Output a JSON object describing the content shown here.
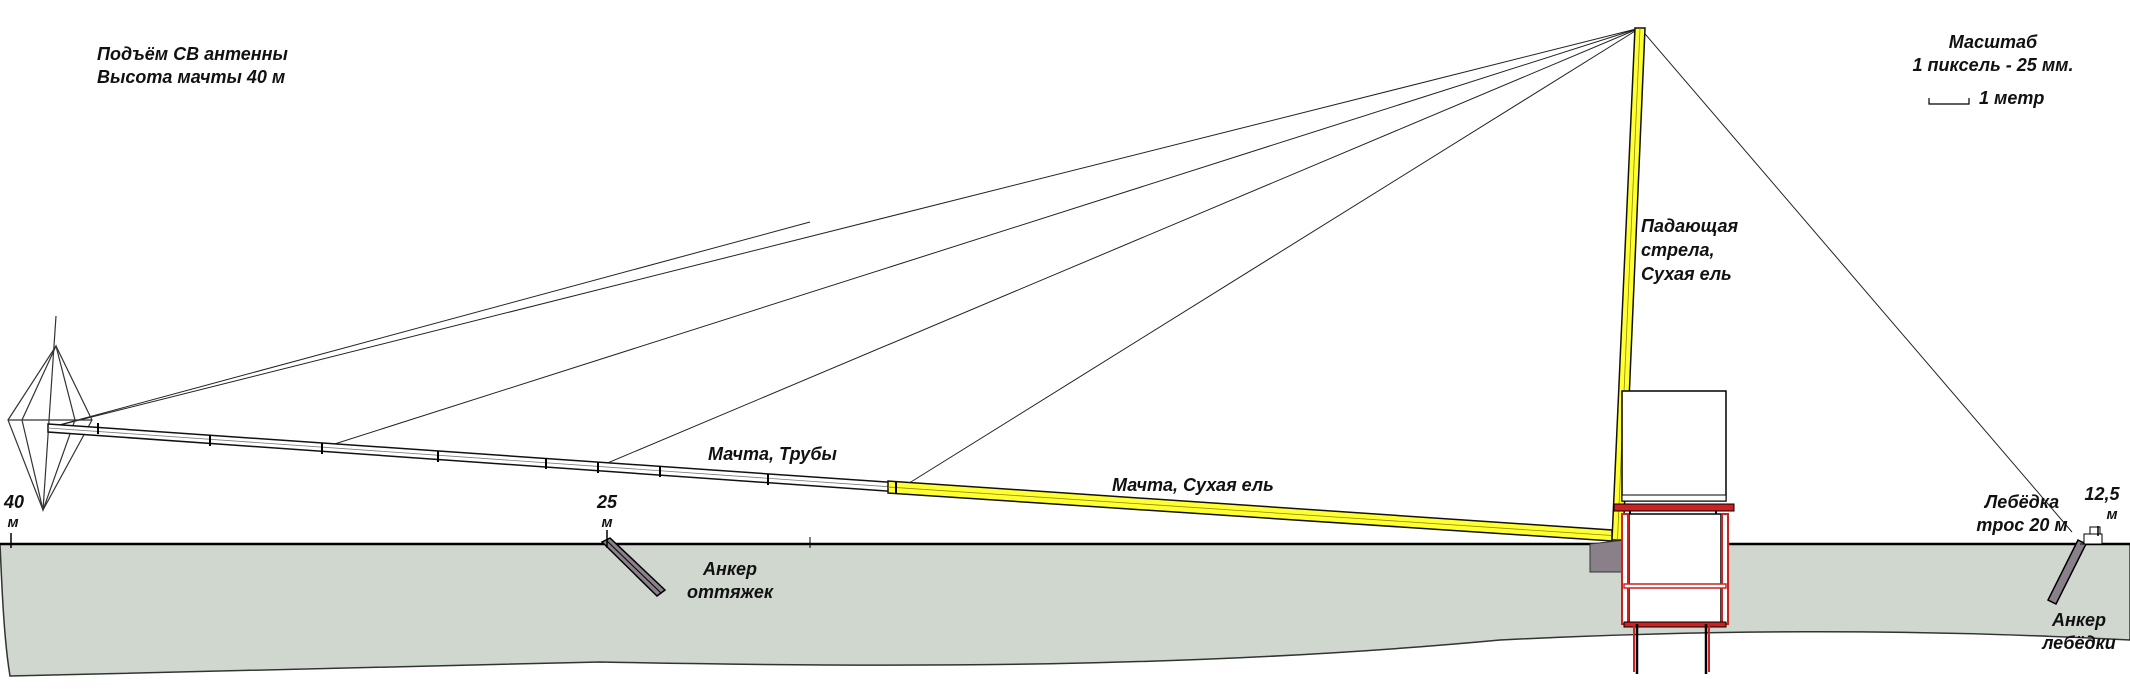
{
  "title": {
    "line1": "Подъём СВ антенны",
    "line2": "Высота мачты 40 м"
  },
  "scale": {
    "line1": "Масштаб",
    "line2": "1 пиксель - 25 мм.",
    "bar_label": "1 метр"
  },
  "labels": {
    "mast_pipes": "Мачта, Трубы",
    "mast_fir": "Мачта, Сухая ель",
    "boom_line1": "Падающая",
    "boom_line2": "стрела,",
    "boom_line3": "Сухая ель",
    "anchor_guys_line1": "Анкер",
    "anchor_guys_line2": "оттяжек",
    "winch_line1": "Лебёдка",
    "winch_line2": "трос 20 м",
    "anchor_winch_line1": "Анкер",
    "anchor_winch_line2": "лебёдки"
  },
  "markers": {
    "m40_value": "40",
    "m40_unit": "м",
    "m25_value": "25",
    "m25_unit": "м",
    "m12_value": "12,5",
    "m12_unit": "м"
  },
  "colors": {
    "ground": "#cfd7cf",
    "mast_fir": "#ffff33",
    "outline": "#000000",
    "support_red": "#cc2222",
    "anchor_fill": "#8a808a"
  }
}
